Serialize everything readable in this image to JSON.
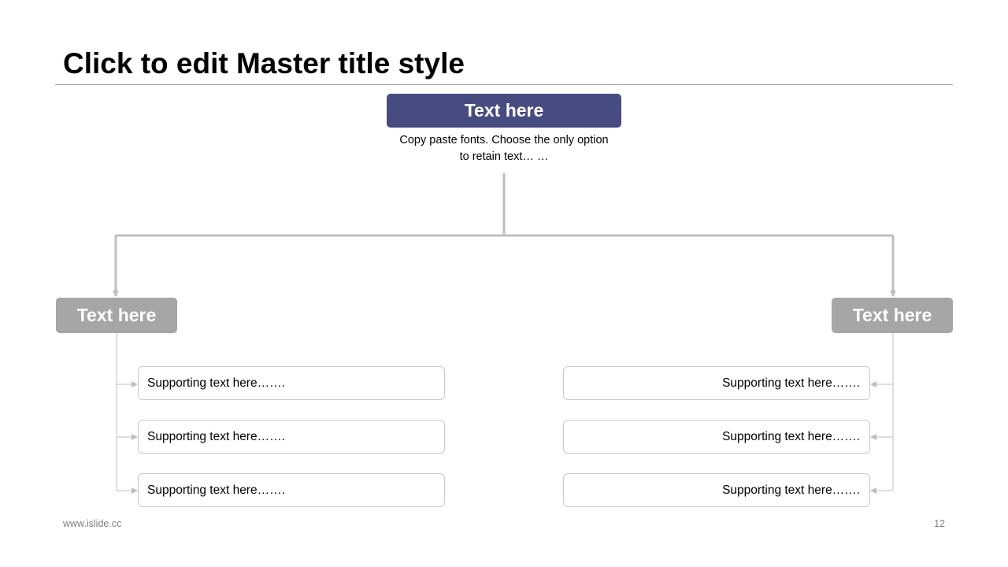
{
  "slide": {
    "title": "Click to edit Master title style",
    "footer_url": "www.islide.cc",
    "page_number": "12"
  },
  "colors": {
    "primary": "#474c80",
    "secondary": "#a6a6a6",
    "connector": "#bfbfbf",
    "box_border": "#c8c8c8"
  },
  "diagram": {
    "top": {
      "label": "Text here",
      "description_line1": "Copy paste fonts. Choose the only option",
      "description_line2": "to retain text… …"
    },
    "left": {
      "label": "Text here",
      "items": [
        "Supporting text here…….",
        "Supporting text here…….",
        "Supporting text here……."
      ]
    },
    "right": {
      "label": "Text here",
      "items": [
        "Supporting text here…….",
        "Supporting text here…….",
        "Supporting text here……."
      ]
    }
  }
}
